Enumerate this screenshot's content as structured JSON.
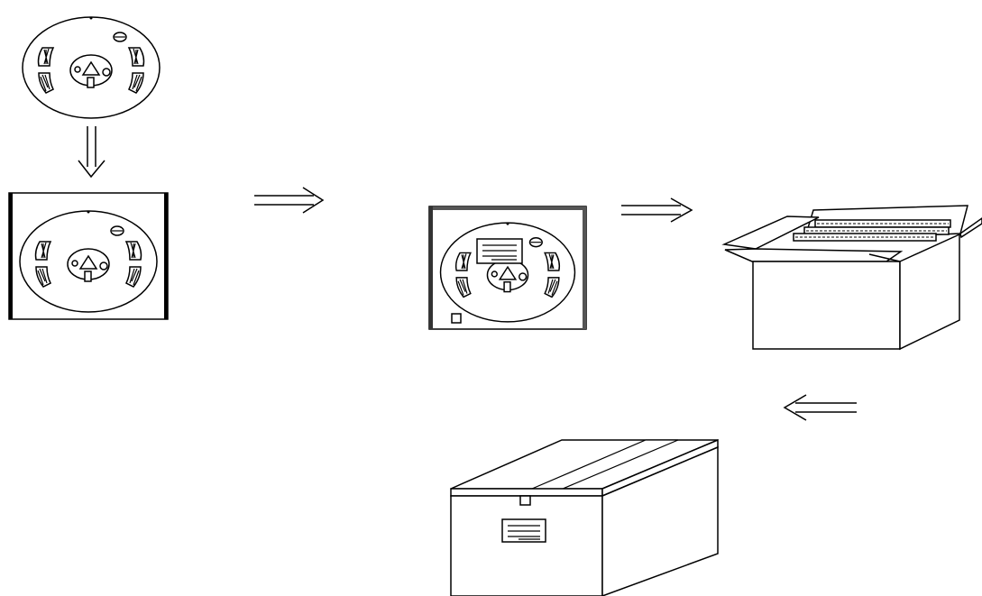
{
  "diagram": {
    "description_mode": "pictorial-only",
    "stroke_color": "#000000",
    "background_color": "#ffffff",
    "steps": [
      {
        "id": "reel",
        "icon": "tape-reel-icon"
      },
      {
        "id": "reel-in-bag",
        "icon": "reel-in-bag-icon"
      },
      {
        "id": "labeled-reel-in-bag",
        "icon": "labeled-reel-icon"
      },
      {
        "id": "open-carton",
        "icon": "open-carton-icon"
      },
      {
        "id": "sealed-carton",
        "icon": "sealed-carton-icon"
      }
    ],
    "arrows": [
      {
        "from": "reel",
        "to": "reel-in-bag",
        "direction": "down",
        "style": "double-line"
      },
      {
        "from": "reel-in-bag",
        "to": "labeled-reel-in-bag",
        "direction": "right",
        "style": "double-line"
      },
      {
        "from": "labeled-reel-in-bag",
        "to": "open-carton",
        "direction": "right",
        "style": "double-line"
      },
      {
        "from": "open-carton",
        "to": "sealed-carton",
        "direction": "left",
        "style": "double-line"
      }
    ]
  }
}
